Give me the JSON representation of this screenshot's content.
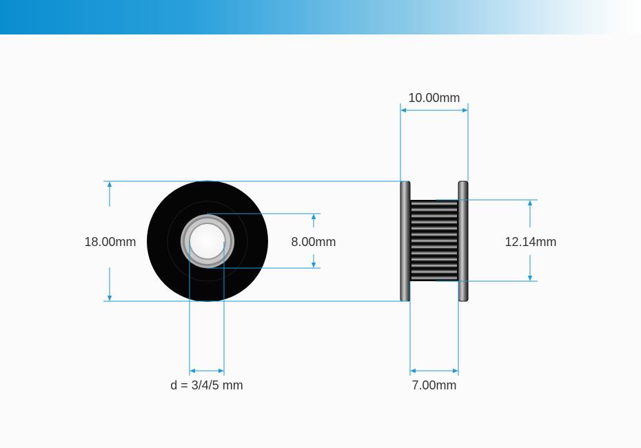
{
  "dimensions": {
    "top_width": "10.00mm",
    "outer_diameter": "18.00mm",
    "bearing_diameter": "8.00mm",
    "tooth_height": "12.14mm",
    "bore": "d = 3/4/5 mm",
    "belt_width": "7.00mm"
  },
  "colors": {
    "dimension_line": "#1a9ad6",
    "pulley_body": "#0a0a0a",
    "bearing": "#a8a8a8",
    "header_start": "#0a8dd0",
    "header_end": "#ffffff"
  }
}
